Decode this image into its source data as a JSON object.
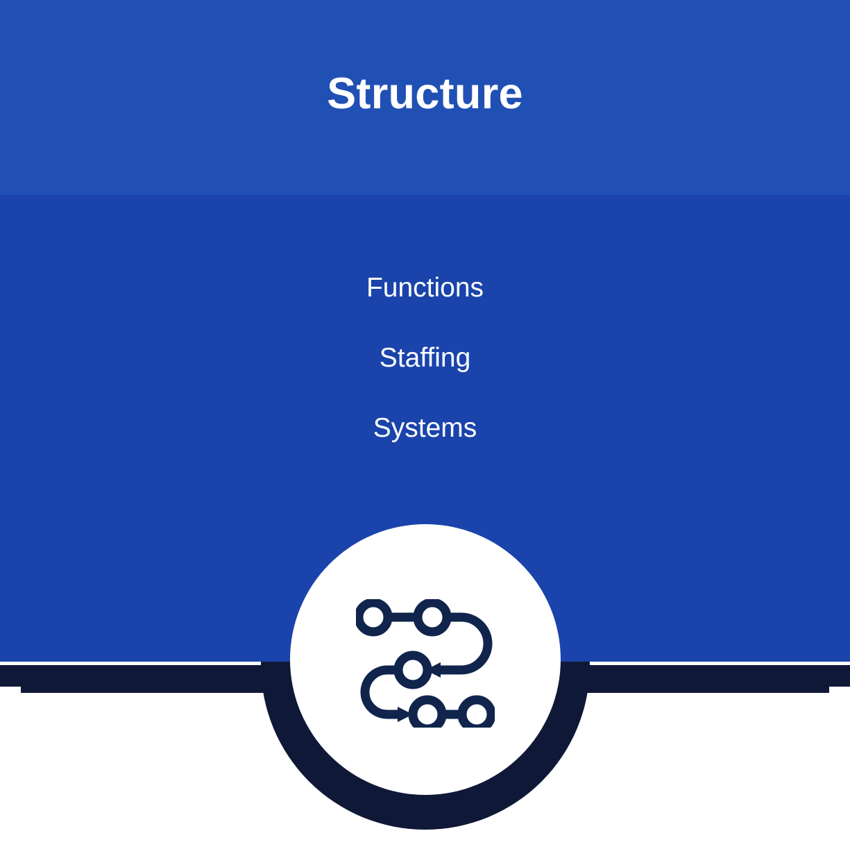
{
  "card": {
    "title": "Structure",
    "features": [
      "Functions",
      "Staffing",
      "Systems"
    ],
    "icon": {
      "name": "workflow-process-flow-icon",
      "stroke_color": "#10244c"
    },
    "colors": {
      "header_blue": "#2150b4",
      "body_blue": "#1a44ab",
      "navy": "#101838",
      "badge_white": "#ffffff",
      "text_white": "#ffffff",
      "icon_navy": "#10244c"
    }
  }
}
